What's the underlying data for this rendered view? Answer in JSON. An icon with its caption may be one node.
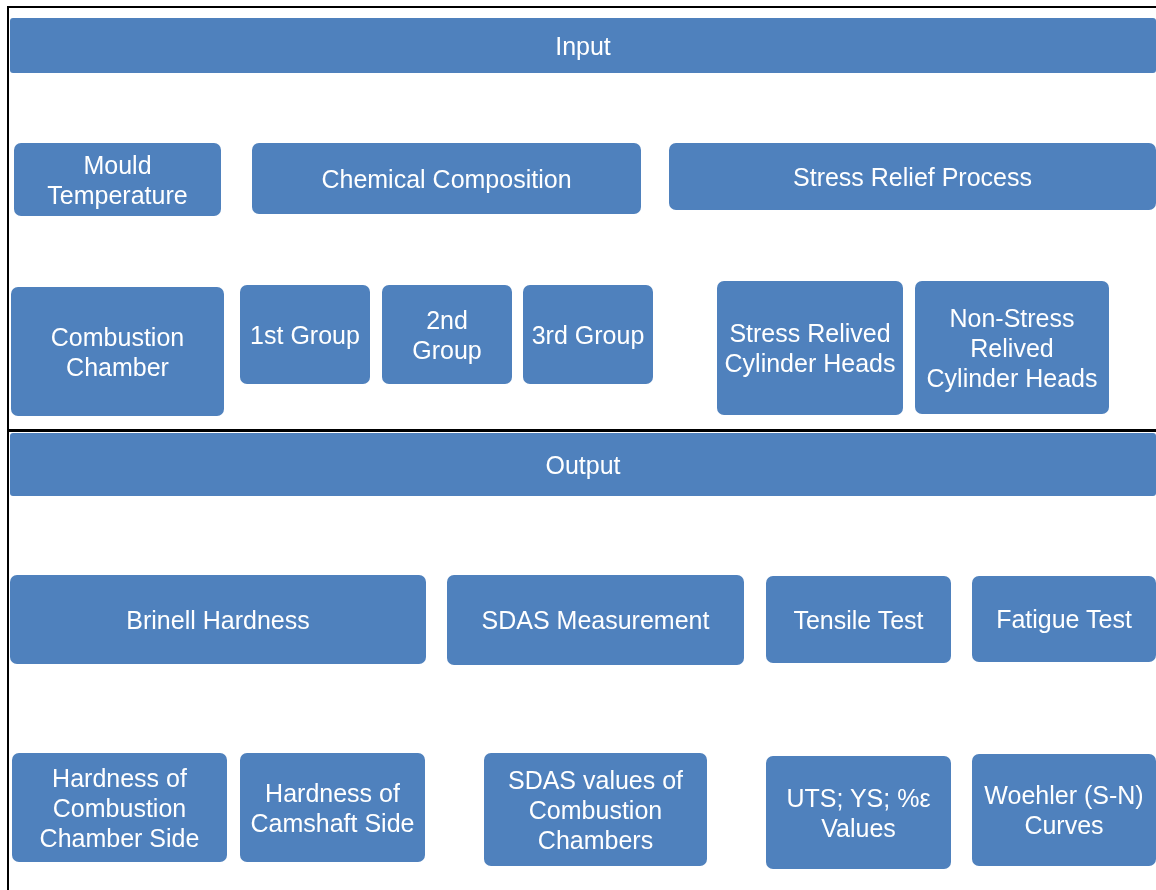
{
  "diagram": {
    "nodes": [
      {
        "text": [
          "Input"
        ]
      },
      {
        "text": [
          "Mould Temperature"
        ]
      },
      {
        "text": [
          "Chemical Composition"
        ]
      },
      {
        "text": [
          "Stress Relief Process"
        ]
      },
      {
        "text": [
          "Combustion Chamber"
        ]
      },
      {
        "text": [
          "1st Group"
        ]
      },
      {
        "text": [
          "2nd Group"
        ]
      },
      {
        "text": [
          "3rd Group"
        ]
      },
      {
        "text": [
          "Stress Relived Cylinder Heads"
        ]
      },
      {
        "text": [
          "Non-Stress Relived Cylinder Heads"
        ]
      },
      {
        "text": [
          "Output"
        ]
      },
      {
        "text": [
          "Brinell Hardness"
        ]
      },
      {
        "text": [
          "SDAS Measurement"
        ]
      },
      {
        "text": [
          "Tensile Test"
        ]
      },
      {
        "text": [
          "Fatigue Test"
        ]
      },
      {
        "text": [
          "Hardness of Combustion Chamber Side"
        ]
      },
      {
        "text": [
          "Hardness of Camshaft Side"
        ]
      },
      {
        "text": [
          "SDAS values of Combustion Chambers"
        ]
      },
      {
        "text": [
          "UTS; YS; %ε Values"
        ]
      },
      {
        "text": [
          "Woehler (S-N) Curves"
        ]
      }
    ]
  }
}
